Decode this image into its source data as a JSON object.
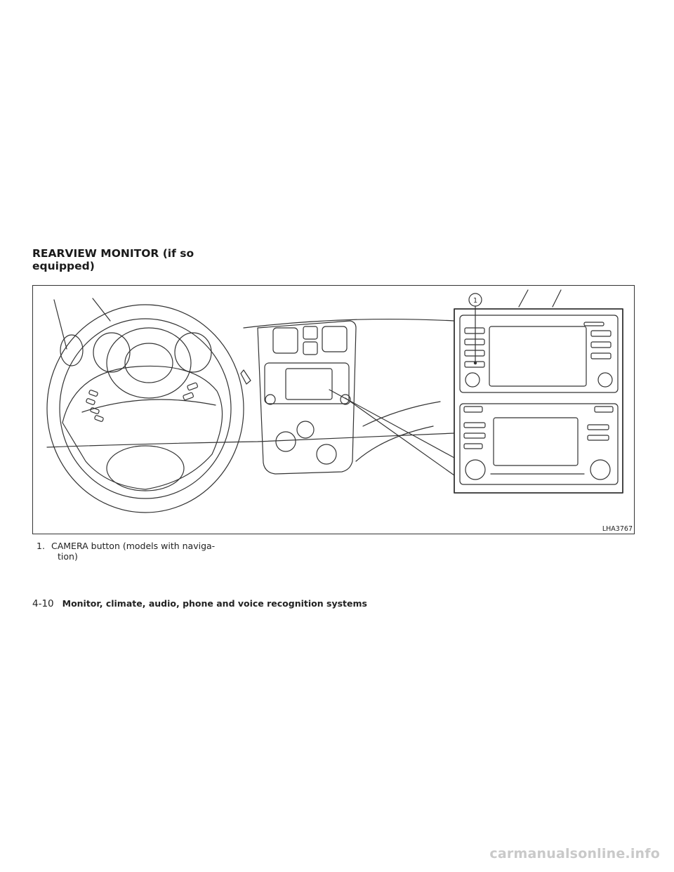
{
  "section": {
    "heading_line1": "REARVIEW MONITOR (if so",
    "heading_line2": "equipped)"
  },
  "figure": {
    "code": "LHA3767",
    "callout_number": "1",
    "stroke_color": "#333333"
  },
  "caption": {
    "number": "1.",
    "text_line1": "CAMERA button (models with naviga-",
    "text_line2": "tion)"
  },
  "footer": {
    "page_number": "4-10",
    "chapter_title": "Monitor, climate, audio, phone and voice recognition systems"
  },
  "watermark": {
    "text": "carmanualsonline.info",
    "color": "#c9c9c9"
  }
}
